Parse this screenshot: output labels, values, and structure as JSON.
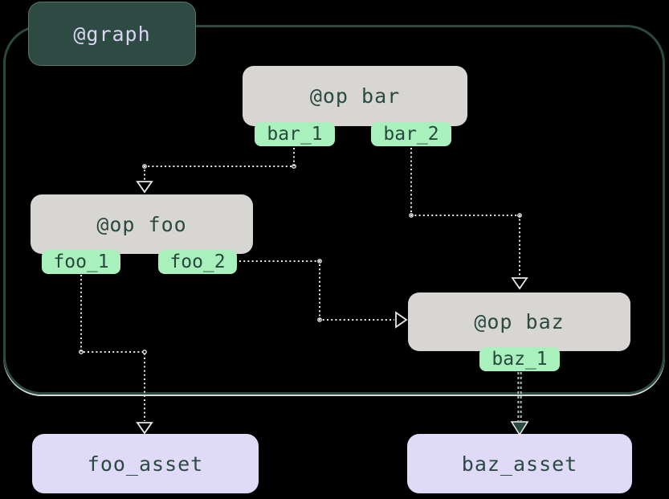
{
  "diagram": {
    "graph_label": "@graph",
    "ops": [
      {
        "id": "bar",
        "label": "@op bar",
        "outputs": [
          "bar_1",
          "bar_2"
        ]
      },
      {
        "id": "foo",
        "label": "@op foo",
        "outputs": [
          "foo_1",
          "foo_2"
        ]
      },
      {
        "id": "baz",
        "label": "@op baz",
        "outputs": [
          "baz_1"
        ]
      }
    ],
    "assets": [
      {
        "id": "foo_asset",
        "label": "foo_asset"
      },
      {
        "id": "baz_asset",
        "label": "baz_asset"
      }
    ],
    "edges": [
      {
        "from": "bar_1",
        "to": "@op foo",
        "style": "dotted-white-open-arrow"
      },
      {
        "from": "bar_2",
        "to": "@op baz",
        "style": "dotted-white-open-arrow"
      },
      {
        "from": "foo_2",
        "to": "@op baz",
        "style": "dotted-white-open-arrow"
      },
      {
        "from": "foo_1",
        "to": "foo_asset",
        "style": "dotted-white-open-arrow"
      },
      {
        "from": "baz_1",
        "to": "baz_asset",
        "style": "dotted-teal-filled-arrow"
      }
    ],
    "colors": {
      "background": "#000000",
      "frame_border": "#2a4a40",
      "graph_chip_bg": "#2d4b42",
      "graph_chip_text": "#d9d5f2",
      "op_bg": "#d8d6d2",
      "op_text": "#2b4a42",
      "output_tag_bg": "#a8f0bc",
      "asset_bg": "#dedaf8",
      "edge_white": "#e8e8e8",
      "edge_teal": "#2b4a41"
    }
  }
}
